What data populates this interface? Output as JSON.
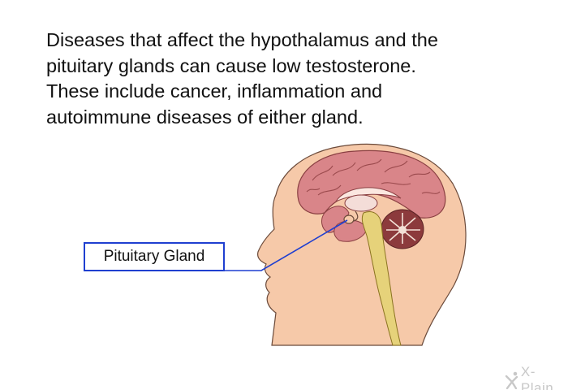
{
  "description_lines": [
    "Diseases that affect the hypothalamus and the",
    "pituitary glands can cause low testosterone.",
    "These include cancer, inflammation and",
    "autoimmune diseases of either gland."
  ],
  "callout": {
    "label": "Pituitary Gland"
  },
  "brand": {
    "text": "X-Plain",
    "icon": "x-plain-figure-icon"
  },
  "colors": {
    "skin": "#f6c9a9",
    "skin_outline": "#6b4a3a",
    "cerebrum": "#d98589",
    "cerebellum": "#8c3a3c",
    "brainstem": "#e6d27a",
    "callout_line": "#1f3fd0"
  }
}
